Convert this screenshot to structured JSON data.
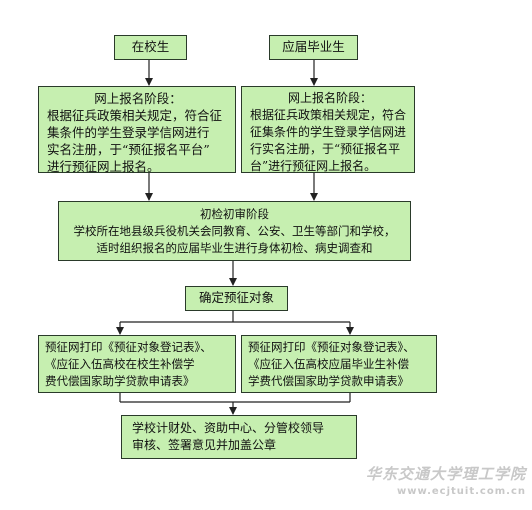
{
  "boxes": {
    "in_school": "在校生",
    "graduates": "应届毕业生",
    "online_left": {
      "title": "网上报名阶段：",
      "lines": [
        "根据征兵政策相关规定，符合征",
        "集条件的学生登录学信网进行",
        "实名注册，于“预征报名平台”",
        "进行预征网上报名。"
      ]
    },
    "online_right": {
      "title": "网上报名阶段：",
      "lines": [
        "根据征兵政策相关规定，符合",
        "征集条件的学生登录学信网进",
        "行实名注册，于“预征报名平",
        "台”进行预征网上报名。"
      ]
    },
    "exam": {
      "title": "初检初审阶段",
      "lines": [
        "学校所在地县级兵役机关会同教育、公安、卫生等部门和学校，",
        "适时组织报名的应届毕业生进行身体初检、病史调查和"
      ]
    },
    "confirm": "确定预征对象",
    "print_left": [
      "预征网打印《预征对象登记表》、",
      "《应征入伍高校在校生补偿学",
      "费代偿国家助学贷款申请表》"
    ],
    "print_right": [
      "预征网打印《预征对象登记表》、",
      "《应征入伍高校应届毕业生补偿",
      "学费代偿国家助学贷款申请表》"
    ],
    "final": [
      "学校计财处、资助中心、分管校领导",
      "审核、签署意见并加盖公章"
    ]
  },
  "watermark": {
    "line1": "华东交通大学理工学院",
    "line2": "www.ecjtuit.com.cn"
  }
}
